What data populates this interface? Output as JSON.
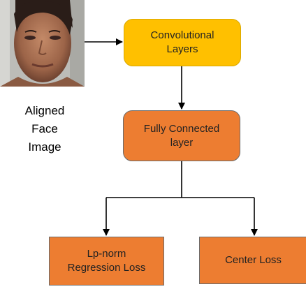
{
  "input": {
    "caption_line1": "Aligned",
    "caption_line2": "Face Image"
  },
  "nodes": {
    "conv": {
      "label": "Convolutional\nLayers",
      "color": "#ffc000"
    },
    "fc": {
      "label": "Fully Connected\nlayer",
      "color": "#ed7d31"
    },
    "lp_loss": {
      "label": "Lp-norm\nRegression Loss",
      "color": "#ed7d31"
    },
    "center_loss": {
      "label": "Center Loss",
      "color": "#ed7d31"
    }
  },
  "edges": [
    {
      "from": "face-image",
      "to": "conv"
    },
    {
      "from": "conv",
      "to": "fc"
    },
    {
      "from": "fc",
      "to": "lp_loss"
    },
    {
      "from": "fc",
      "to": "center_loss"
    }
  ]
}
